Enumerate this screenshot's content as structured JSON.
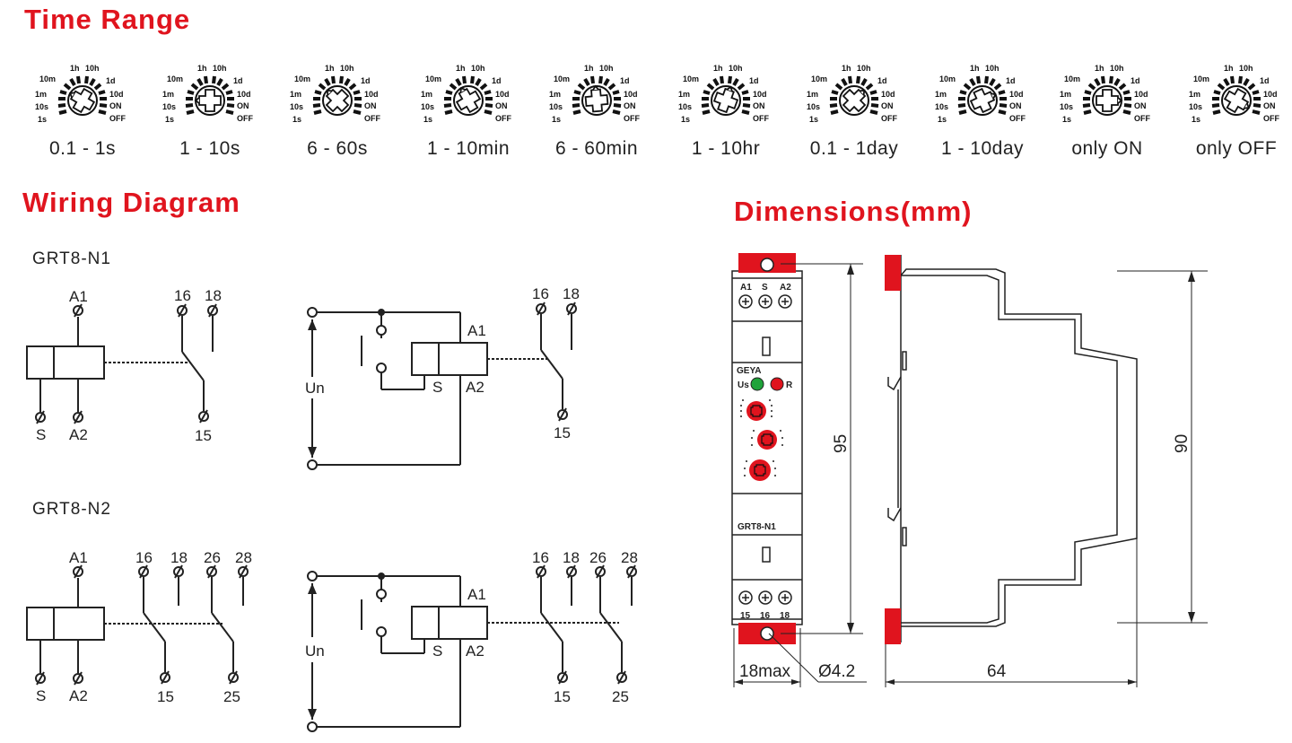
{
  "time_range": {
    "title": "Time Range",
    "dial_scale": [
      "1h",
      "10h",
      "10m",
      "1d",
      "1m",
      "10d",
      "10s",
      "ON",
      "1s",
      "OFF"
    ],
    "captions": [
      "0.1 - 1s",
      "1 - 10s",
      "6 - 60s",
      "1 - 10min",
      "6 - 60min",
      "1 - 10hr",
      "0.1 - 1day",
      "1 - 10day",
      "only ON",
      "only OFF"
    ]
  },
  "wiring": {
    "title": "Wiring Diagram",
    "n1": {
      "label": "GRT8-N1",
      "terminals": {
        "a1": "A1",
        "a2": "A2",
        "s": "S",
        "t16": "16",
        "t18": "18",
        "t15": "15"
      },
      "supply": "Un"
    },
    "n2": {
      "label": "GRT8-N2",
      "terminals": {
        "a1": "A1",
        "a2": "A2",
        "s": "S",
        "t16": "16",
        "t18": "18",
        "t15": "15",
        "t26": "26",
        "t28": "28",
        "t25": "25"
      },
      "supply": "Un"
    }
  },
  "dimensions": {
    "title": "Dimensions(mm)",
    "front": {
      "top_terminals": [
        "A1",
        "S",
        "A2"
      ],
      "brand": "GEYA",
      "led_us": "Us",
      "led_r": "R",
      "model": "GRT8-N1",
      "bottom_terminals": [
        "15",
        "16",
        "18"
      ]
    },
    "height_95": "95",
    "width_18max": "18max",
    "hole": "Ø4.2",
    "depth_64": "64",
    "height_90": "90"
  },
  "colors": {
    "accent_red": "#e0141e",
    "led_green": "#1fa33a",
    "line": "#222222"
  }
}
